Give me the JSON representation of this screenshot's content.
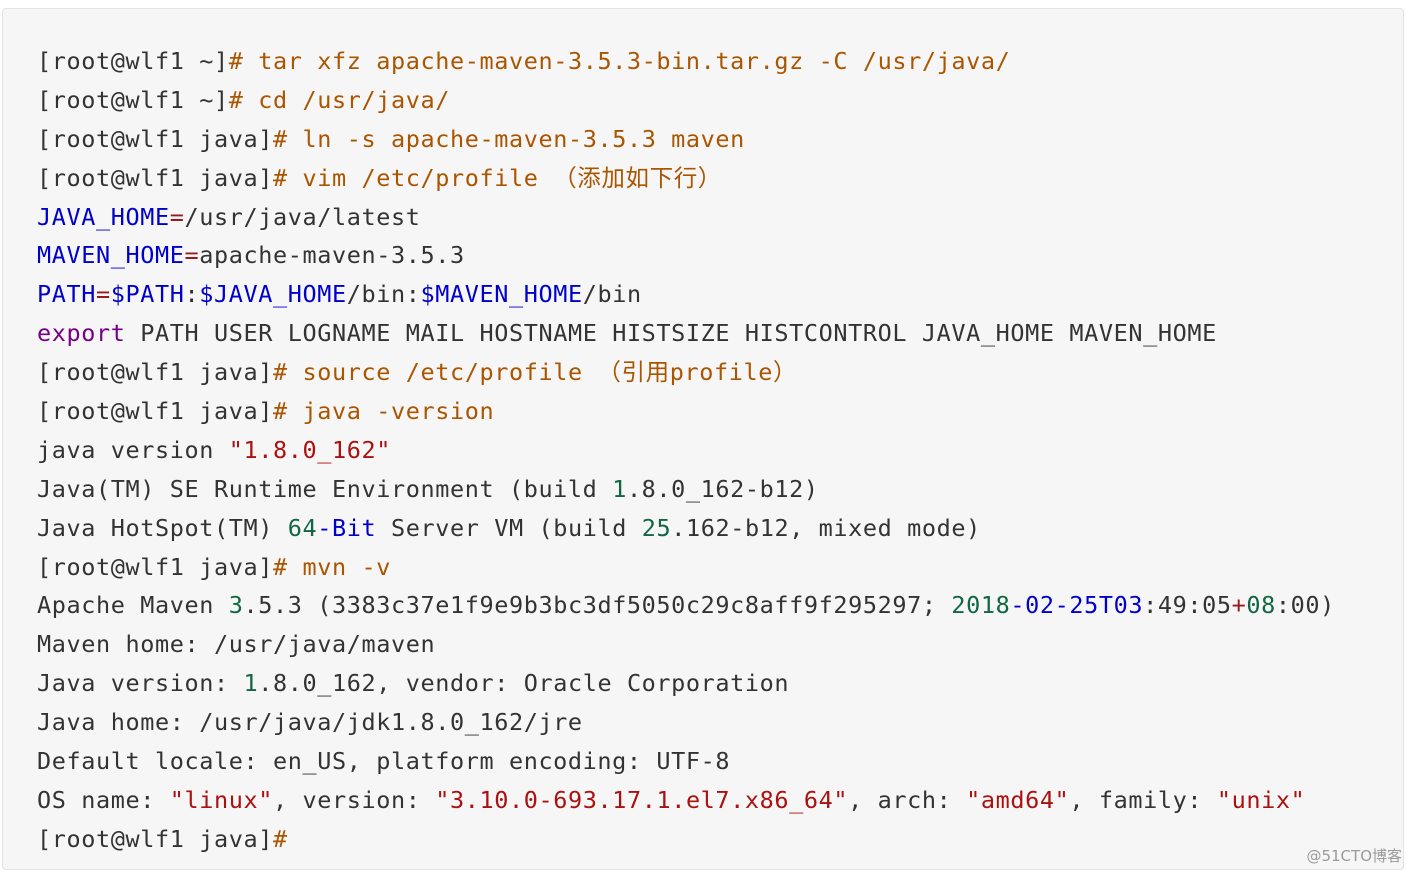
{
  "colors": {
    "default": "#333333",
    "comment": "#aa5500",
    "variable": "#0000cc",
    "operator": "#981a1a",
    "keyword": "#770088",
    "string": "#aa1111",
    "number": "#116644"
  },
  "code_lines": [
    [
      {
        "t": "[root@wlf1 ~]",
        "c": "default"
      },
      {
        "t": "# tar xfz apache-maven-3.5.3-bin.tar.gz -C /usr/java/",
        "c": "comment"
      }
    ],
    [
      {
        "t": "[root@wlf1 ~]",
        "c": "default"
      },
      {
        "t": "# cd /usr/java/",
        "c": "comment"
      }
    ],
    [
      {
        "t": "[root@wlf1 java]",
        "c": "default"
      },
      {
        "t": "# ln -s apache-maven-3.5.3 maven",
        "c": "comment"
      }
    ],
    [
      {
        "t": "[root@wlf1 java]",
        "c": "default"
      },
      {
        "t": "# vim /etc/profile （添加如下行）",
        "c": "comment"
      }
    ],
    [
      {
        "t": "JAVA_HOME",
        "c": "variable"
      },
      {
        "t": "=",
        "c": "operator"
      },
      {
        "t": "/usr/java/latest",
        "c": "default"
      }
    ],
    [
      {
        "t": "MAVEN_HOME",
        "c": "variable"
      },
      {
        "t": "=",
        "c": "operator"
      },
      {
        "t": "apache-maven-3.5.3",
        "c": "default"
      }
    ],
    [
      {
        "t": "PATH",
        "c": "variable"
      },
      {
        "t": "=",
        "c": "operator"
      },
      {
        "t": "$PATH",
        "c": "variable"
      },
      {
        "t": ":",
        "c": "default"
      },
      {
        "t": "$JAVA_HOME",
        "c": "variable"
      },
      {
        "t": "/bin:",
        "c": "default"
      },
      {
        "t": "$MAVEN_HOME",
        "c": "variable"
      },
      {
        "t": "/bin",
        "c": "default"
      }
    ],
    [
      {
        "t": "export",
        "c": "keyword"
      },
      {
        "t": " PATH USER LOGNAME MAIL HOSTNAME HISTSIZE HISTCONTROL JAVA_HOME MAVEN_HOME",
        "c": "default"
      }
    ],
    [
      {
        "t": "[root@wlf1 java]",
        "c": "default"
      },
      {
        "t": "# source /etc/profile （引用profile）",
        "c": "comment"
      }
    ],
    [
      {
        "t": "[root@wlf1 java]",
        "c": "default"
      },
      {
        "t": "# java -version",
        "c": "comment"
      }
    ],
    [
      {
        "t": "java version ",
        "c": "default"
      },
      {
        "t": "\"1.8.0_162\"",
        "c": "string"
      }
    ],
    [
      {
        "t": "Java(TM) SE Runtime Environment (build ",
        "c": "default"
      },
      {
        "t": "1",
        "c": "number"
      },
      {
        "t": ".8.0_162-b12)",
        "c": "default"
      }
    ],
    [
      {
        "t": "Java HotSpot(TM) ",
        "c": "default"
      },
      {
        "t": "64",
        "c": "number"
      },
      {
        "t": "-Bit",
        "c": "variable"
      },
      {
        "t": " Server VM (build ",
        "c": "default"
      },
      {
        "t": "25",
        "c": "number"
      },
      {
        "t": ".162-b12, mixed mode)",
        "c": "default"
      }
    ],
    [
      {
        "t": "[root@wlf1 java]",
        "c": "default"
      },
      {
        "t": "# mvn -v",
        "c": "comment"
      }
    ],
    [
      {
        "t": "Apache Maven ",
        "c": "default"
      },
      {
        "t": "3",
        "c": "number"
      },
      {
        "t": ".5.3 (3383c37e1f9e9b3bc3df5050c29c8aff9f295297; ",
        "c": "default"
      },
      {
        "t": "2018",
        "c": "number"
      },
      {
        "t": "-02-25T03",
        "c": "variable"
      },
      {
        "t": ":49:05",
        "c": "default"
      },
      {
        "t": "+",
        "c": "operator"
      },
      {
        "t": "08",
        "c": "number"
      },
      {
        "t": ":00)",
        "c": "default"
      }
    ],
    [
      {
        "t": "Maven home: /usr/java/maven",
        "c": "default"
      }
    ],
    [
      {
        "t": "Java version: ",
        "c": "default"
      },
      {
        "t": "1",
        "c": "number"
      },
      {
        "t": ".8.0_162, vendor: Oracle Corporation",
        "c": "default"
      }
    ],
    [
      {
        "t": "Java home: /usr/java/jdk1.8.0_162/jre",
        "c": "default"
      }
    ],
    [
      {
        "t": "Default locale: en_US, platform encoding: UTF-8",
        "c": "default"
      }
    ],
    [
      {
        "t": "OS name: ",
        "c": "default"
      },
      {
        "t": "\"linux\"",
        "c": "string"
      },
      {
        "t": ", version: ",
        "c": "default"
      },
      {
        "t": "\"3.10.0-693.17.1.el7.x86_64\"",
        "c": "string"
      },
      {
        "t": ", arch: ",
        "c": "default"
      },
      {
        "t": "\"amd64\"",
        "c": "string"
      },
      {
        "t": ", family: ",
        "c": "default"
      },
      {
        "t": "\"unix\"",
        "c": "string"
      }
    ],
    [
      {
        "t": "[root@wlf1 java]",
        "c": "default"
      },
      {
        "t": "#",
        "c": "comment"
      }
    ]
  ],
  "watermark": "@51CTO博客"
}
